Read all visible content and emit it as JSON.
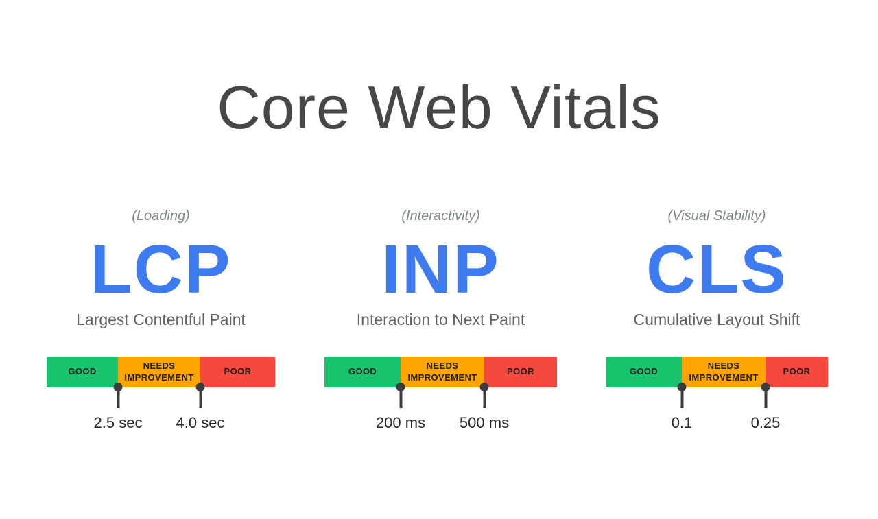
{
  "title": "Core Web Vitals",
  "colors": {
    "accent_blue": "#3e7bf0",
    "good": "#19c26d",
    "needs_improvement": "#ffa400",
    "poor": "#f5493d"
  },
  "metrics": [
    {
      "caption": "(Loading)",
      "acronym": "LCP",
      "full_name": "Largest Contentful Paint",
      "scale": {
        "good_label": "GOOD",
        "needs_improvement_label": "NEEDS IMPROVEMENT",
        "poor_label": "POOR",
        "threshold_1": "2.5 sec",
        "threshold_2": "4.0 sec"
      }
    },
    {
      "caption": "(Interactivity)",
      "acronym": "INP",
      "full_name": "Interaction to Next Paint",
      "scale": {
        "good_label": "GOOD",
        "needs_improvement_label": "NEEDS IMPROVEMENT",
        "poor_label": "POOR",
        "threshold_1": "200 ms",
        "threshold_2": "500 ms"
      }
    },
    {
      "caption": "(Visual Stability)",
      "acronym": "CLS",
      "full_name": "Cumulative Layout Shift",
      "scale": {
        "good_label": "GOOD",
        "needs_improvement_label": "NEEDS IMPROVEMENT",
        "poor_label": "POOR",
        "threshold_1": "0.1",
        "threshold_2": "0.25"
      }
    }
  ],
  "chart_data": [
    {
      "type": "bar",
      "title": "LCP — Largest Contentful Paint (Loading)",
      "categories": [
        "GOOD",
        "NEEDS IMPROVEMENT",
        "POOR"
      ],
      "thresholds": [
        {
          "value": 2.5,
          "unit": "sec",
          "label": "2.5 sec"
        },
        {
          "value": 4.0,
          "unit": "sec",
          "label": "4.0 sec"
        }
      ],
      "ranges": [
        {
          "name": "GOOD",
          "max": 2.5
        },
        {
          "name": "NEEDS IMPROVEMENT",
          "min": 2.5,
          "max": 4.0
        },
        {
          "name": "POOR",
          "min": 4.0
        }
      ]
    },
    {
      "type": "bar",
      "title": "INP — Interaction to Next Paint (Interactivity)",
      "categories": [
        "GOOD",
        "NEEDS IMPROVEMENT",
        "POOR"
      ],
      "thresholds": [
        {
          "value": 200,
          "unit": "ms",
          "label": "200 ms"
        },
        {
          "value": 500,
          "unit": "ms",
          "label": "500 ms"
        }
      ],
      "ranges": [
        {
          "name": "GOOD",
          "max": 200
        },
        {
          "name": "NEEDS IMPROVEMENT",
          "min": 200,
          "max": 500
        },
        {
          "name": "POOR",
          "min": 500
        }
      ]
    },
    {
      "type": "bar",
      "title": "CLS — Cumulative Layout Shift (Visual Stability)",
      "categories": [
        "GOOD",
        "NEEDS IMPROVEMENT",
        "POOR"
      ],
      "thresholds": [
        {
          "value": 0.1,
          "unit": "",
          "label": "0.1"
        },
        {
          "value": 0.25,
          "unit": "",
          "label": "0.25"
        }
      ],
      "ranges": [
        {
          "name": "GOOD",
          "max": 0.1
        },
        {
          "name": "NEEDS IMPROVEMENT",
          "min": 0.1,
          "max": 0.25
        },
        {
          "name": "POOR",
          "min": 0.25
        }
      ]
    }
  ]
}
